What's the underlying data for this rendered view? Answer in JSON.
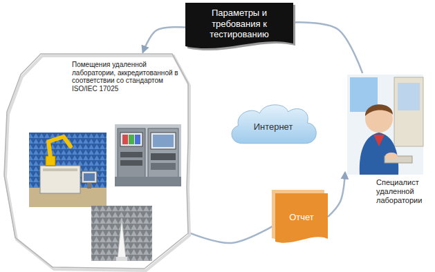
{
  "diagram": {
    "nodes": [
      {
        "text": [
          "Параметры и требования к тестированию"
        ]
      },
      {
        "text": [
          "Помещения удаленной лаборатории, аккредитованной в соответствии со стандартом ISO/IEC 17025"
        ]
      },
      {
        "text": [
          "Интернет"
        ]
      },
      {
        "text": [
          "Специалист удаленной лаборатории"
        ]
      },
      {
        "text": [
          "Отчет"
        ]
      }
    ],
    "edges": [
      {
        "from": 0,
        "to": 1,
        "arrow": "to"
      },
      {
        "from": 1,
        "to": 4,
        "arrow": "none"
      },
      {
        "from": 4,
        "to": 3,
        "arrow": "to"
      },
      {
        "from": 3,
        "to": 0,
        "arrow": "none"
      }
    ]
  }
}
